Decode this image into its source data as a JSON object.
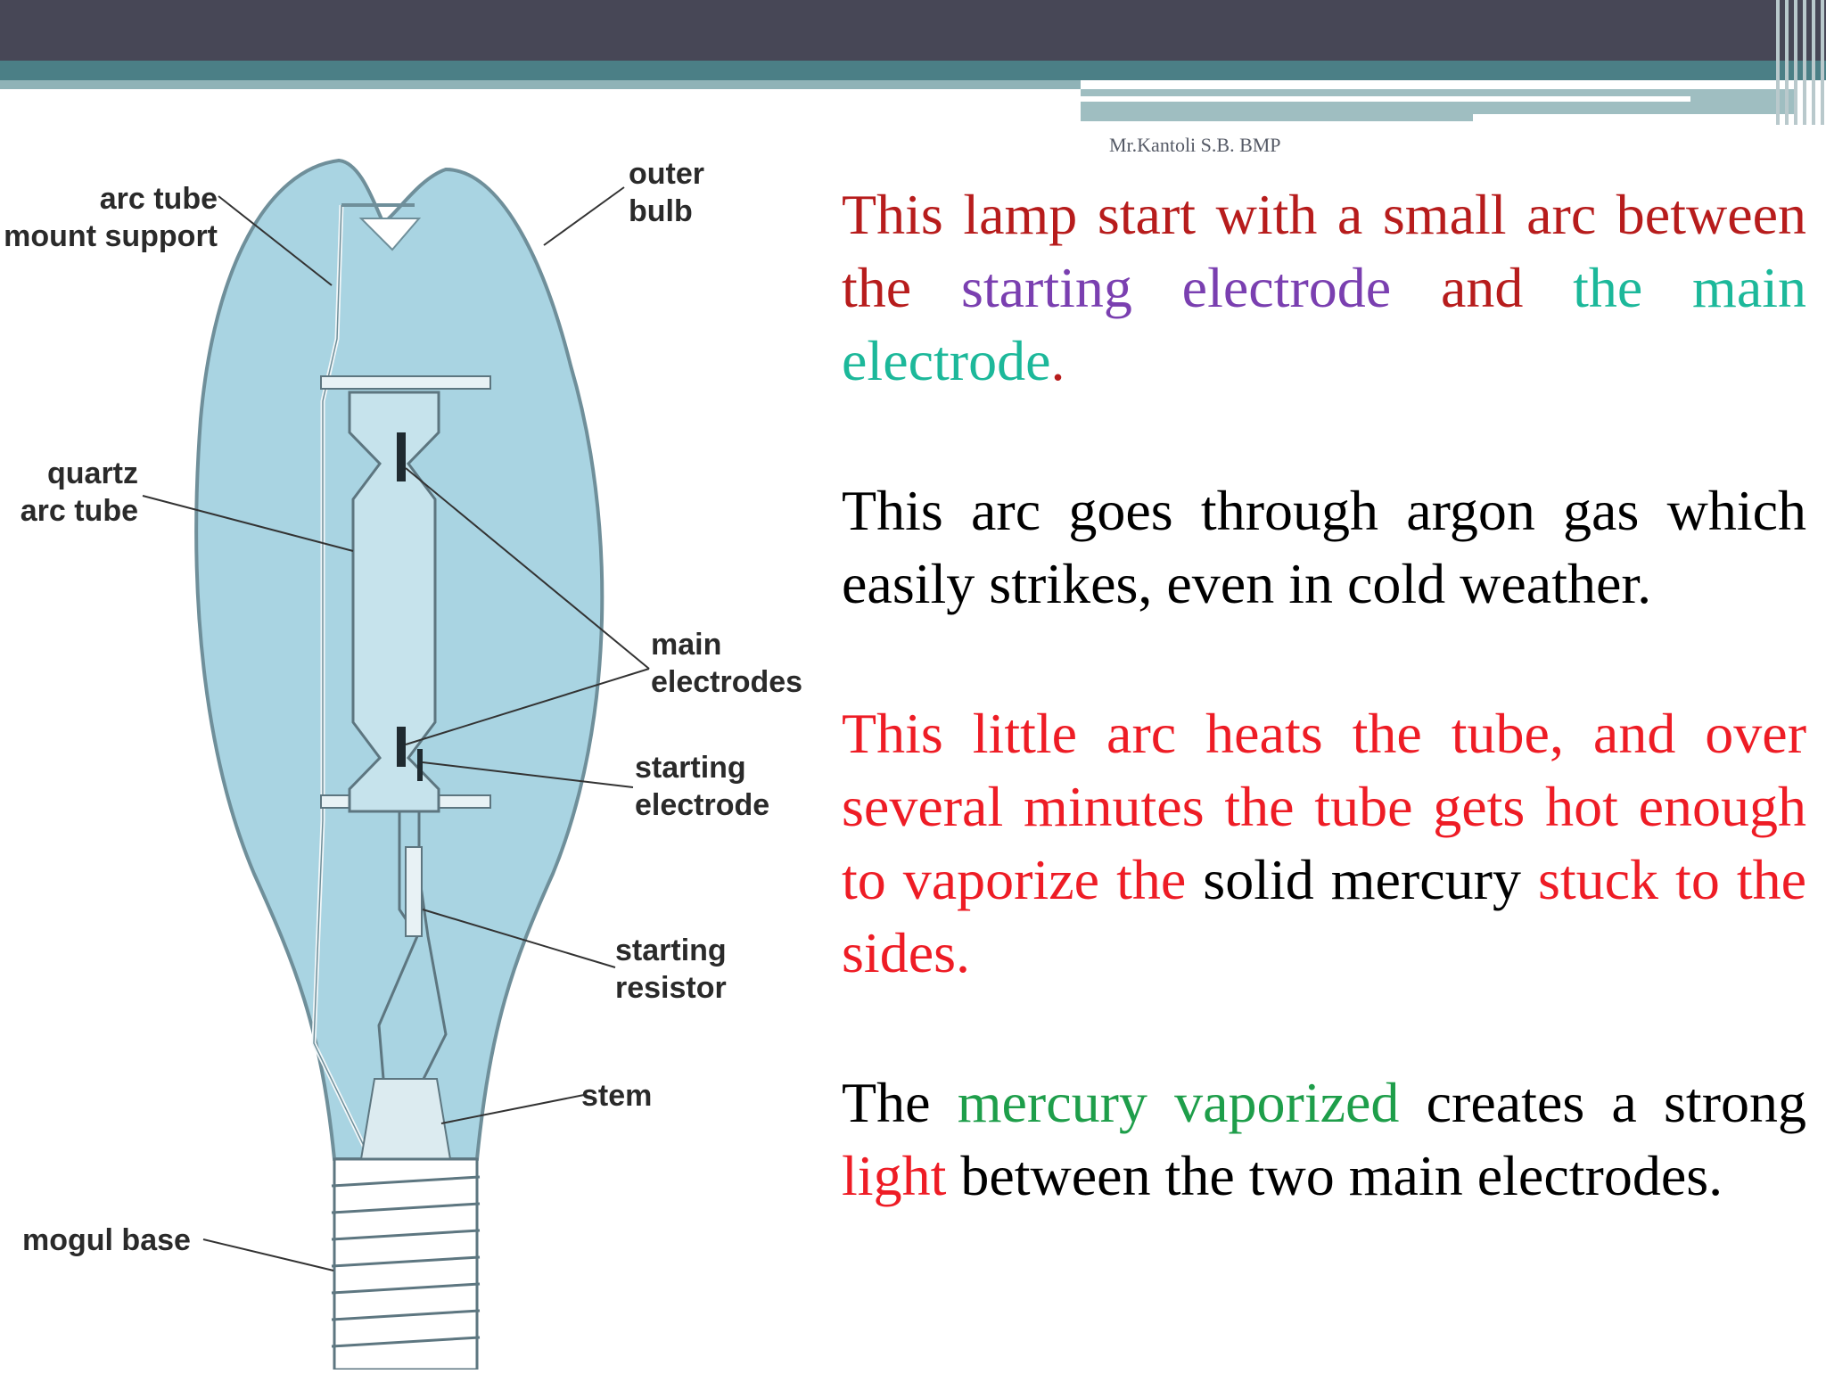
{
  "slide": {
    "author": "Mr.Kantoli S.B. BMP",
    "paragraphs": [
      [
        {
          "text": "This lamp start with a small arc between the ",
          "color": "#b71c1c"
        },
        {
          "text": "starting electrode",
          "color": "#7a3fb0"
        },
        {
          "text": " and ",
          "color": "#b71c1c"
        },
        {
          "text": "the main electrode",
          "color": "#1cb89a"
        },
        {
          "text": ".",
          "color": "#b71c1c"
        }
      ],
      [
        {
          "text": "This arc goes through argon gas which easily strikes, even in cold weather.",
          "color": "#000000"
        }
      ],
      [
        {
          "text": "This little arc heats the tube, and over several minutes the tube gets hot enough to vaporize the ",
          "color": "#ee1c25"
        },
        {
          "text": "solid mercury",
          "color": "#000000"
        },
        {
          "text": " stuck to the sides.",
          "color": "#ee1c25"
        }
      ],
      [
        {
          "text": "The ",
          "color": "#000000"
        },
        {
          "text": "mercury vaporized",
          "color": "#1e9e4a"
        },
        {
          "text": " creates a strong ",
          "color": "#000000"
        },
        {
          "text": "light",
          "color": "#ee1c25"
        },
        {
          "text": " between the two main electrodes.",
          "color": "#000000"
        }
      ]
    ]
  },
  "diagram": {
    "labels": {
      "arc_tube_mount_line1": "arc tube",
      "arc_tube_mount_line2": "mount support",
      "outer_bulb_line1": "outer",
      "outer_bulb_line2": "bulb",
      "quartz_line1": "quartz",
      "quartz_line2": "arc tube",
      "main_electrodes_line1": "main",
      "main_electrodes_line2": "electrodes",
      "starting_electrode_line1": "starting",
      "starting_electrode_line2": "electrode",
      "starting_resistor_line1": "starting",
      "starting_resistor_line2": "resistor",
      "stem": "stem",
      "mogul_base": "mogul base"
    },
    "colors": {
      "bulb_fill": "#a9d4e2",
      "bulb_stroke": "#6f8f9a",
      "arc_tube_fill": "#c6e3ec"
    }
  }
}
